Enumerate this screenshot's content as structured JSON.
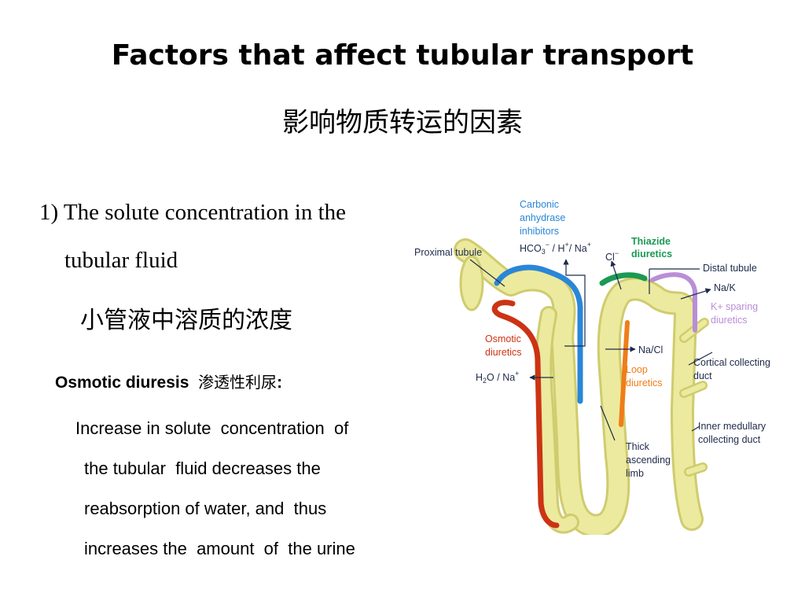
{
  "slide": {
    "title": "Factors that affect tubular transport",
    "subtitle": "影响物质转运的因素",
    "point_line1": "1) The solute concentration in the",
    "point_line2": "tubular fluid",
    "point_cn": "小管液中溶质的浓度",
    "heading_en": "Osmotic diuresis  ",
    "heading_cn": "渗透性利尿",
    "heading_colon": ":",
    "body": [
      "Increase in solute  concentration  of",
      "the tubular  fluid decreases the",
      "reabsorption of water, and  thus",
      "increases the  amount  of  the urine"
    ]
  },
  "diagram": {
    "labels": {
      "carbonic1": "Carbonic",
      "carbonic2": "anhydrase",
      "carbonic3": "inhibitors",
      "hco3": "HCO",
      "hco3_sub": "3",
      "hco3_sup": "−",
      "hco3_rest1": " / H",
      "hco3_sup2": "+",
      "hco3_rest2": "/ Na",
      "hco3_sup3": "+",
      "proximal": "Proximal tubule",
      "thiazide1": "Thiazide",
      "thiazide2": "diuretics",
      "cl": "Cl",
      "cl_sup": "−",
      "distal": "Distal tubule",
      "nak": "Na/K",
      "ksparing1": "K+ sparing",
      "ksparing2": "diuretics",
      "osmotic1": "Osmotic",
      "osmotic2": "diuretics",
      "nacl": "Na/Cl",
      "loop1": "Loop",
      "loop2": "diuretics",
      "cortical1": "Cortical collecting",
      "cortical2": "duct",
      "h2o": "H",
      "h2o_sub": "2",
      "h2o_rest": "O / Na",
      "h2o_sup": "+",
      "inner1": "Inner medullary",
      "inner2": "collecting duct",
      "thick1": "Thick",
      "thick2": "ascending",
      "thick3": "limb"
    },
    "colors": {
      "tubule": "#e9e79a",
      "tubule_edge": "#cfcc6e",
      "carbonic": "#2a86d8",
      "thiazide": "#1a9a52",
      "ksparing": "#b98ed6",
      "osmotic": "#cc3314",
      "loop": "#f07d18",
      "label_dark": "#1e2a4a"
    }
  }
}
